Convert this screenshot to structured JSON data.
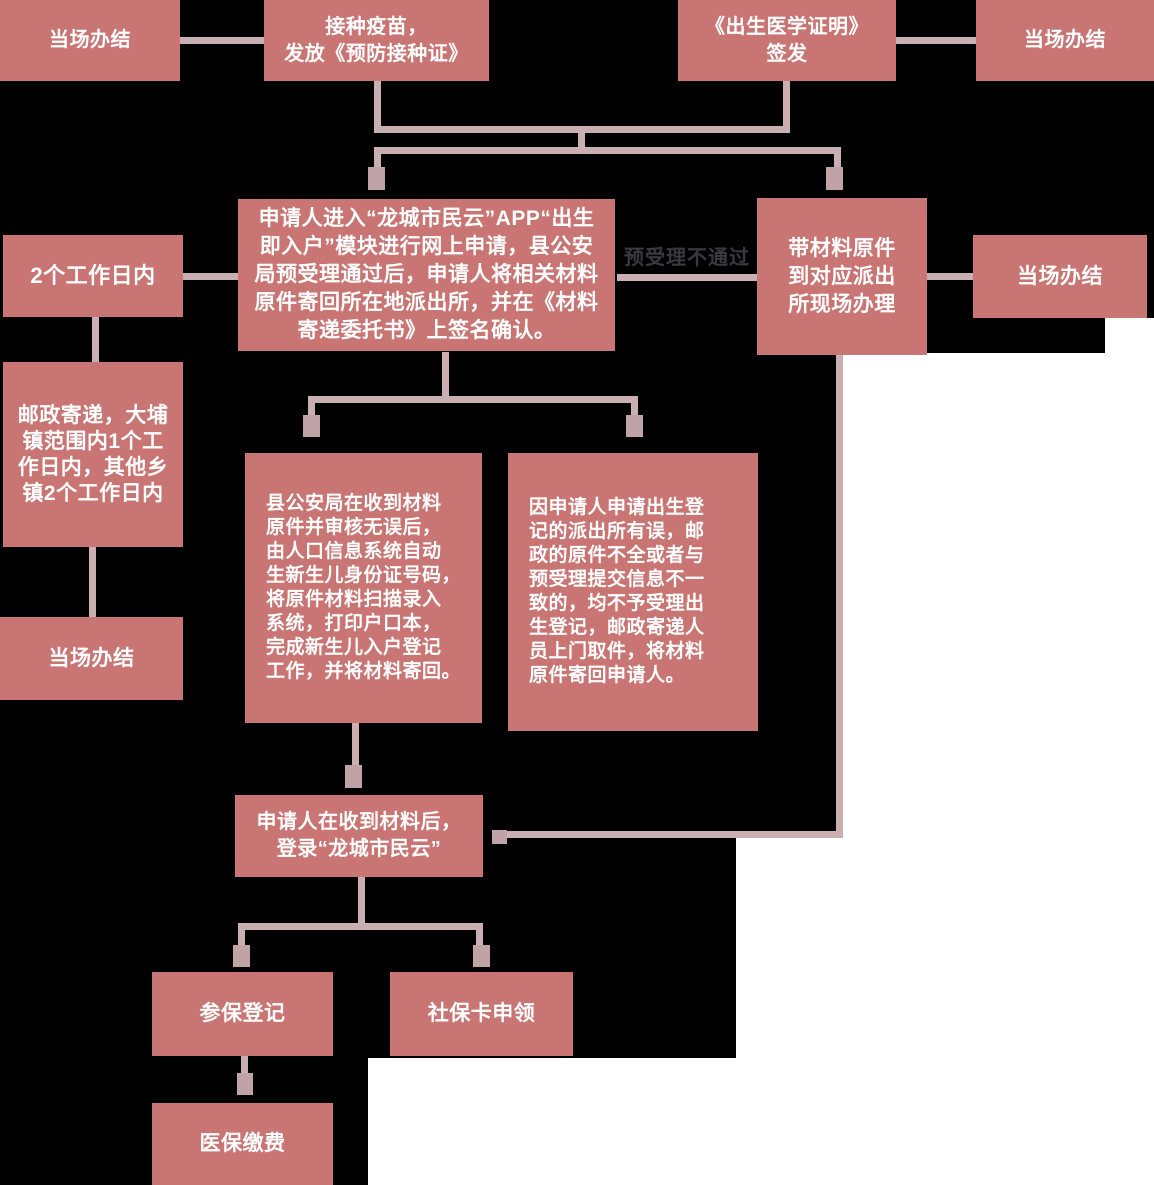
{
  "colors": {
    "background": "#000000",
    "box_fill": "#c87573",
    "box_text": "#ffffff",
    "connector_line": "#c9afb1",
    "connector_square": "#c0a3a7",
    "edge_label_text": "#3a3a3e",
    "white_patch": "#ffffff"
  },
  "edge_label": {
    "pre_review_failed": "预受理不通过"
  },
  "nodes": {
    "onsite_complete_top_left": {
      "text": "当场办结"
    },
    "vaccination": {
      "text": "接种疫苗，\n发放《预防接种证》"
    },
    "birth_certificate": {
      "text": "《出生医学证明》\n签发"
    },
    "onsite_complete_top_right": {
      "text": "当场办结"
    },
    "two_working_days": {
      "text": "2个工作日内"
    },
    "online_application": {
      "text": "申请人进入“龙城市民云”APP“出生即入户”模块进行网上申请，县公安局预受理通过后，申请人将相关材料原件寄回所在地派出所，并在《材料寄递委托书》上签名确认。"
    },
    "bring_materials": {
      "text": "带材料原件\n到对应派出\n所现场办理"
    },
    "onsite_complete_right": {
      "text": "当场办结"
    },
    "postal_delivery": {
      "text": "邮政寄递，大埔\n镇范围内1个工\n作日内，其他乡\n镇2个工作日内"
    },
    "onsite_complete_left": {
      "text": "当场办结"
    },
    "police_processing": {
      "text": "县公安局在收到材料\n原件并审核无误后，\n由人口信息系统自动\n生新生儿身份证号码，\n将原件材料扫描录入\n系统，打印户口本，\n完成新生儿入户登记\n工作，并将材料寄回。"
    },
    "rejection_return": {
      "text": "因申请人申请出生登\n记的派出所有误，邮\n政的原件不全或者与\n预受理提交信息不一\n致的，均不予受理出\n生登记，邮政寄递人\n员上门取件，将材料\n原件寄回申请人。"
    },
    "receive_materials": {
      "text": "申请人在收到材料后，\n登录“龙城市民云”"
    },
    "insurance_registration": {
      "text": "参保登记"
    },
    "social_card": {
      "text": "社保卡申领"
    },
    "medical_payment": {
      "text": "医保缴费"
    }
  }
}
